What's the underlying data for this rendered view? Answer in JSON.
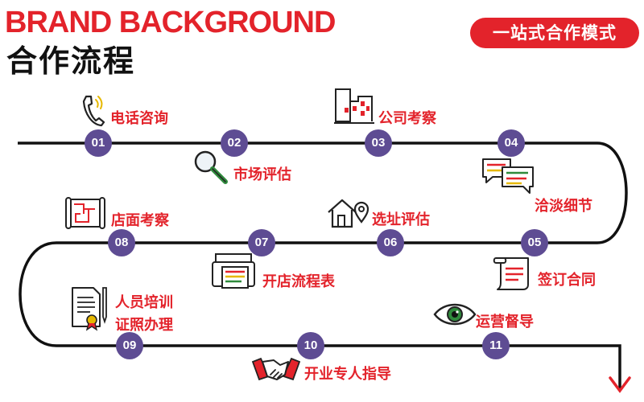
{
  "header": {
    "brand": "BRAND BACKGROUND",
    "title": "合作流程",
    "badge": "一站式合作模式"
  },
  "colors": {
    "accent": "#e3232b",
    "step": "#5e4c93",
    "road": "#111111"
  },
  "steps": [
    {
      "num": "01",
      "label": "电话咨询",
      "icon": "phone-icon"
    },
    {
      "num": "02",
      "label": "市场评估",
      "icon": "magnifier-icon"
    },
    {
      "num": "03",
      "label": "公司考察",
      "icon": "building-icon"
    },
    {
      "num": "04",
      "label": "洽淡细节",
      "icon": "chat-bubbles-icon"
    },
    {
      "num": "05",
      "label": "签订合同",
      "icon": "scroll-contract-icon"
    },
    {
      "num": "06",
      "label": "选址评估",
      "icon": "house-location-icon"
    },
    {
      "num": "07",
      "label": "开店流程表",
      "icon": "printer-icon"
    },
    {
      "num": "08",
      "label": "店面考察",
      "icon": "blueprint-icon"
    },
    {
      "num": "09",
      "label": "人员培训",
      "label2": "证照办理",
      "icon": "certificate-icon"
    },
    {
      "num": "10",
      "label": "开业专人指导",
      "icon": "handshake-icon"
    },
    {
      "num": "11",
      "label": "运营督导",
      "icon": "eye-icon"
    }
  ]
}
